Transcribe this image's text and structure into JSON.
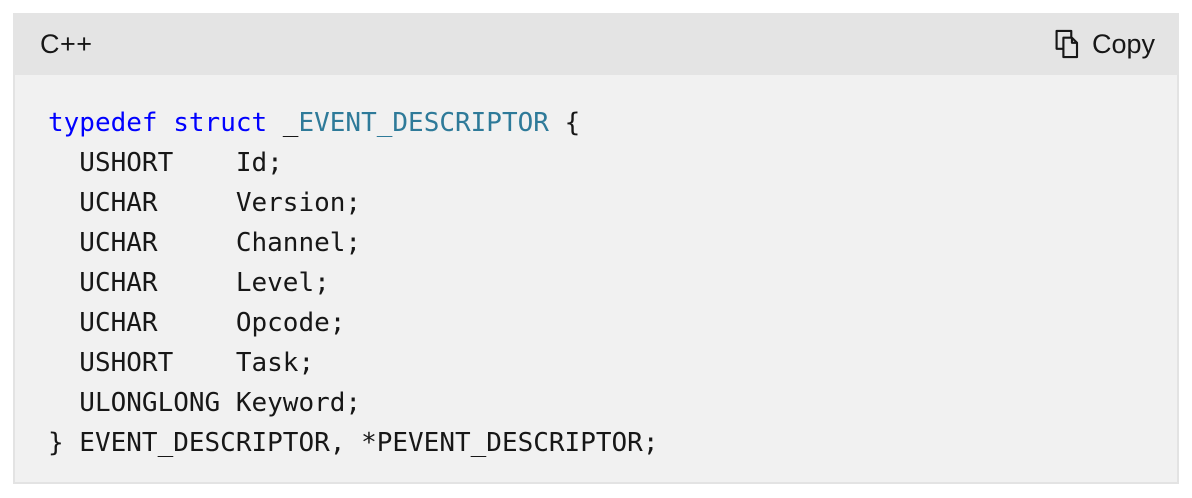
{
  "header": {
    "language": "C++",
    "copy_label": "Copy"
  },
  "colors": {
    "header_bg": "#e4e4e4",
    "body_bg": "#f1f1f1",
    "border": "#e3e3e3",
    "text": "#171717",
    "keyword": "#0000ff",
    "type": "#2e7a99"
  },
  "code": {
    "lines": [
      [
        [
          "keyword",
          "typedef"
        ],
        [
          "plain",
          " "
        ],
        [
          "keyword",
          "struct"
        ],
        [
          "plain",
          " _"
        ],
        [
          "type",
          "EVENT_DESCRIPTOR"
        ],
        [
          "plain",
          " {"
        ]
      ],
      [
        [
          "plain",
          "  USHORT    Id;"
        ]
      ],
      [
        [
          "plain",
          "  UCHAR     Version;"
        ]
      ],
      [
        [
          "plain",
          "  UCHAR     Channel;"
        ]
      ],
      [
        [
          "plain",
          "  UCHAR     Level;"
        ]
      ],
      [
        [
          "plain",
          "  UCHAR     Opcode;"
        ]
      ],
      [
        [
          "plain",
          "  USHORT    Task;"
        ]
      ],
      [
        [
          "plain",
          "  ULONGLONG Keyword;"
        ]
      ],
      [
        [
          "plain",
          "} EVENT_DESCRIPTOR, *PEVENT_DESCRIPTOR;"
        ]
      ]
    ]
  }
}
